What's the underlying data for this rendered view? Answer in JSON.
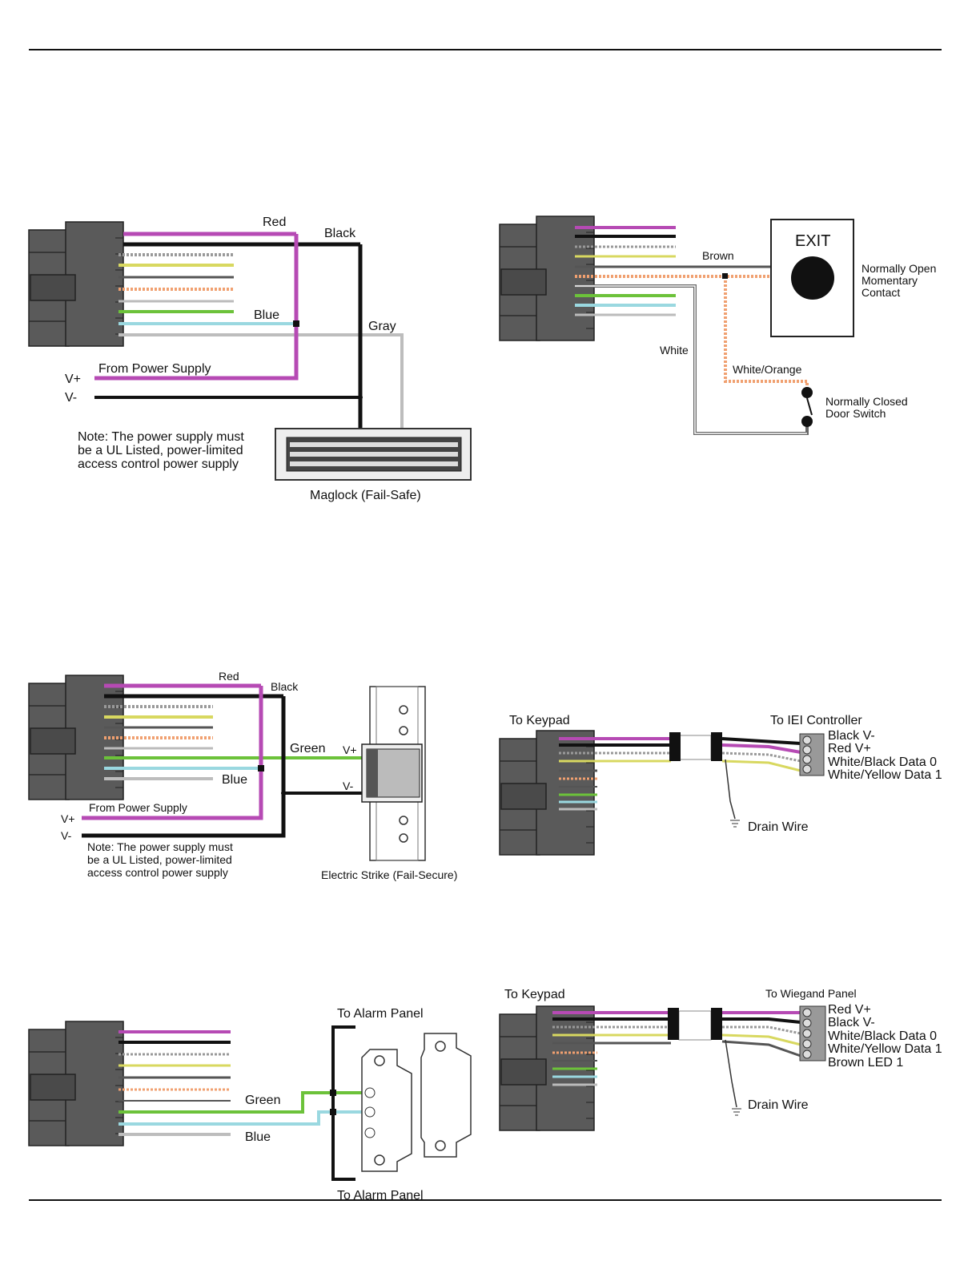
{
  "colors": {
    "connector": "#5a5a5a",
    "connector_dark": "#3a3a3a",
    "magenta": "#b64ab4",
    "black": "#111111",
    "green": "#6cc23a",
    "cyan": "#9ad8e0",
    "gray": "#bdbdbd",
    "orange": "#f0a070",
    "yellow": "#d8d860",
    "white_wire": "#e8e8e8"
  },
  "diagrams": {
    "maglock": {
      "red": "Red",
      "black": "Black",
      "blue": "Blue",
      "gray": "Gray",
      "from_power": "From Power Supply",
      "vplus": "V+",
      "vminus": "V-",
      "note_1": "Note: The power supply must",
      "note_2": "be a UL Listed, power-limited",
      "note_3": "access control power supply",
      "caption": "Maglock (Fail-Safe)"
    },
    "exit": {
      "brown": "Brown",
      "exit_label": "EXIT",
      "no_1": "Normally Open",
      "no_2": "Momentary",
      "no_3": "Contact",
      "white": "White",
      "white_orange": "White/Orange",
      "nc_1": "Normally Closed",
      "nc_2": "Door Switch"
    },
    "strike": {
      "red": "Red",
      "black": "Black",
      "green": "Green",
      "blue": "Blue",
      "vplus_strike": "V+",
      "vminus_strike": "V-",
      "from_power": "From Power Supply",
      "vplus": "V+",
      "vminus": "V-",
      "note_1": "Note: The power supply must",
      "note_2": "be a UL Listed, power-limited",
      "note_3": "access control power supply",
      "caption": "Electric Strike (Fail-Secure)"
    },
    "iei": {
      "to_keypad": "To Keypad",
      "to_controller": "To IEI Controller",
      "t1": "Black V-",
      "t2": "Red V+",
      "t3": "White/Black Data 0",
      "t4": "White/Yellow Data 1",
      "drain": "Drain Wire"
    },
    "alarm": {
      "to_alarm_top": "To Alarm Panel",
      "to_alarm_bottom": "To Alarm Panel",
      "green": "Green",
      "blue": "Blue"
    },
    "wiegand": {
      "to_keypad": "To Keypad",
      "to_panel": "To Wiegand Panel",
      "t1": "Red V+",
      "t2": "Black V-",
      "t3": "White/Black Data 0",
      "t4": "White/Yellow Data 1",
      "t5": "Brown LED 1",
      "drain": "Drain Wire"
    }
  }
}
